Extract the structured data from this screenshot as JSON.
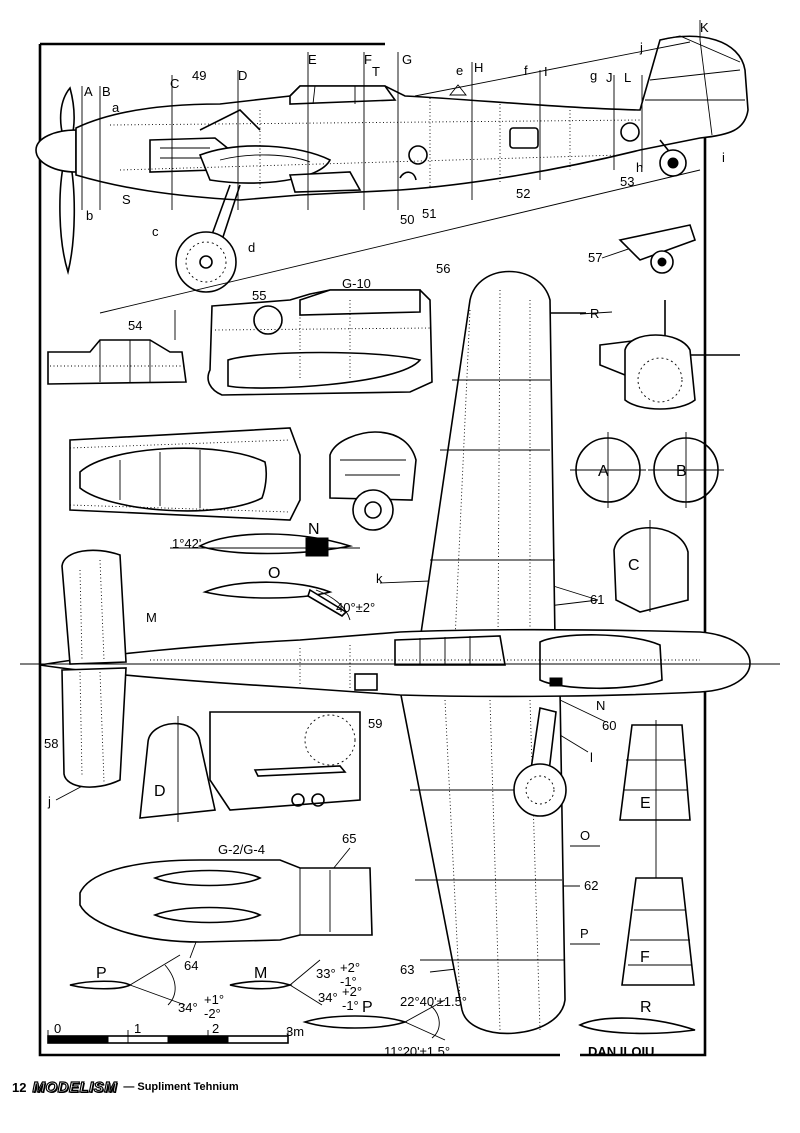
{
  "labels": {
    "section_marks": [
      "A",
      "B",
      "C",
      "D",
      "E",
      "F",
      "G",
      "H",
      "I",
      "J",
      "K",
      "L"
    ],
    "lower_marks": [
      "a",
      "b",
      "c",
      "d",
      "e",
      "f",
      "g",
      "h",
      "i",
      "j",
      "k",
      "l"
    ],
    "parts": [
      "49",
      "50",
      "51",
      "52",
      "53",
      "54",
      "55",
      "56",
      "57",
      "58",
      "59",
      "60",
      "61",
      "62",
      "63",
      "64",
      "65"
    ],
    "section_view_letters": [
      "A",
      "B",
      "C",
      "D",
      "E",
      "F",
      "M",
      "N",
      "O",
      "P",
      "R",
      "S",
      "T"
    ],
    "variant_g10": "G-10",
    "variant_g2g4": "G-2/G-4"
  },
  "angles": {
    "n_incidence": "1°42'",
    "o_flap": "40°±2°",
    "l_up": "34°",
    "l_tol_plus": "+1°",
    "l_tol_minus": "-2°",
    "m_up": "33°",
    "m_up_tol_plus": "+2°",
    "m_up_tol_minus": "-1°",
    "m_down": "34°",
    "m_down_tol_plus": "+2°",
    "m_down_tol_minus": "-1°",
    "p_up": "22°40'±1.5°",
    "p_down": "11°20'±1.5°"
  },
  "scale_bar": {
    "ticks": [
      "0",
      "1",
      "2",
      "3m"
    ]
  },
  "author": "DAN ILOIU",
  "footer": {
    "page": "12",
    "magazine": "MODELISM",
    "supplement": "— Supliment Tehnium"
  }
}
